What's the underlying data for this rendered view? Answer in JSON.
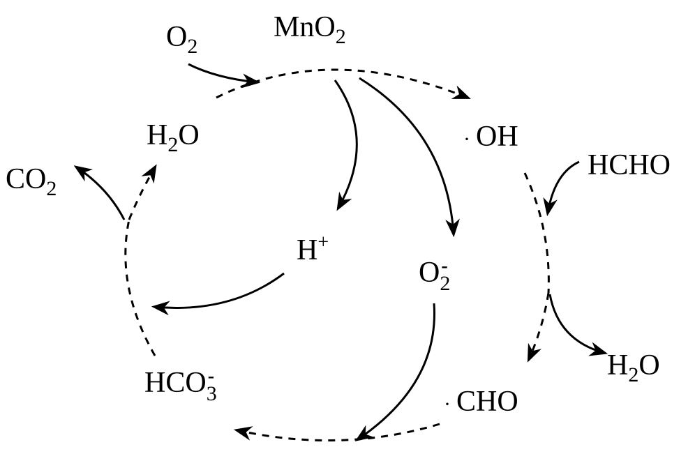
{
  "species": {
    "o2": {
      "base": "O",
      "sub": "2"
    },
    "mno2": {
      "base": "MnO",
      "sub": "2"
    },
    "oh_radical": {
      "dot": "·",
      "text": "OH"
    },
    "hcho": {
      "text": "HCHO"
    },
    "h2o_left": {
      "base": "H",
      "sub": "2",
      "rest": "O"
    },
    "co2": {
      "base": "CO",
      "sub": "2"
    },
    "h_plus": {
      "base": "H",
      "sup": "+"
    },
    "superoxide": {
      "base": "O",
      "sub": "2",
      "charge": "-"
    },
    "h2o_right": {
      "base": "H",
      "sub": "2",
      "rest": "O"
    },
    "bicarbonate": {
      "base": "HCO",
      "sub": "3",
      "charge": "-"
    },
    "cho_radical": {
      "dot": "·",
      "text": "CHO"
    }
  }
}
